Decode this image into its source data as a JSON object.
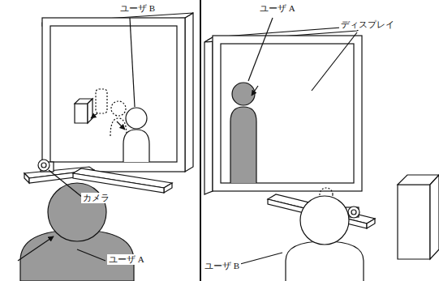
{
  "diagram": {
    "labels": [
      "ユーザ B",
      "カメラ",
      "ユーザ A",
      "ユーザ A",
      "ディスプレイ",
      "ユーザ B"
    ]
  }
}
